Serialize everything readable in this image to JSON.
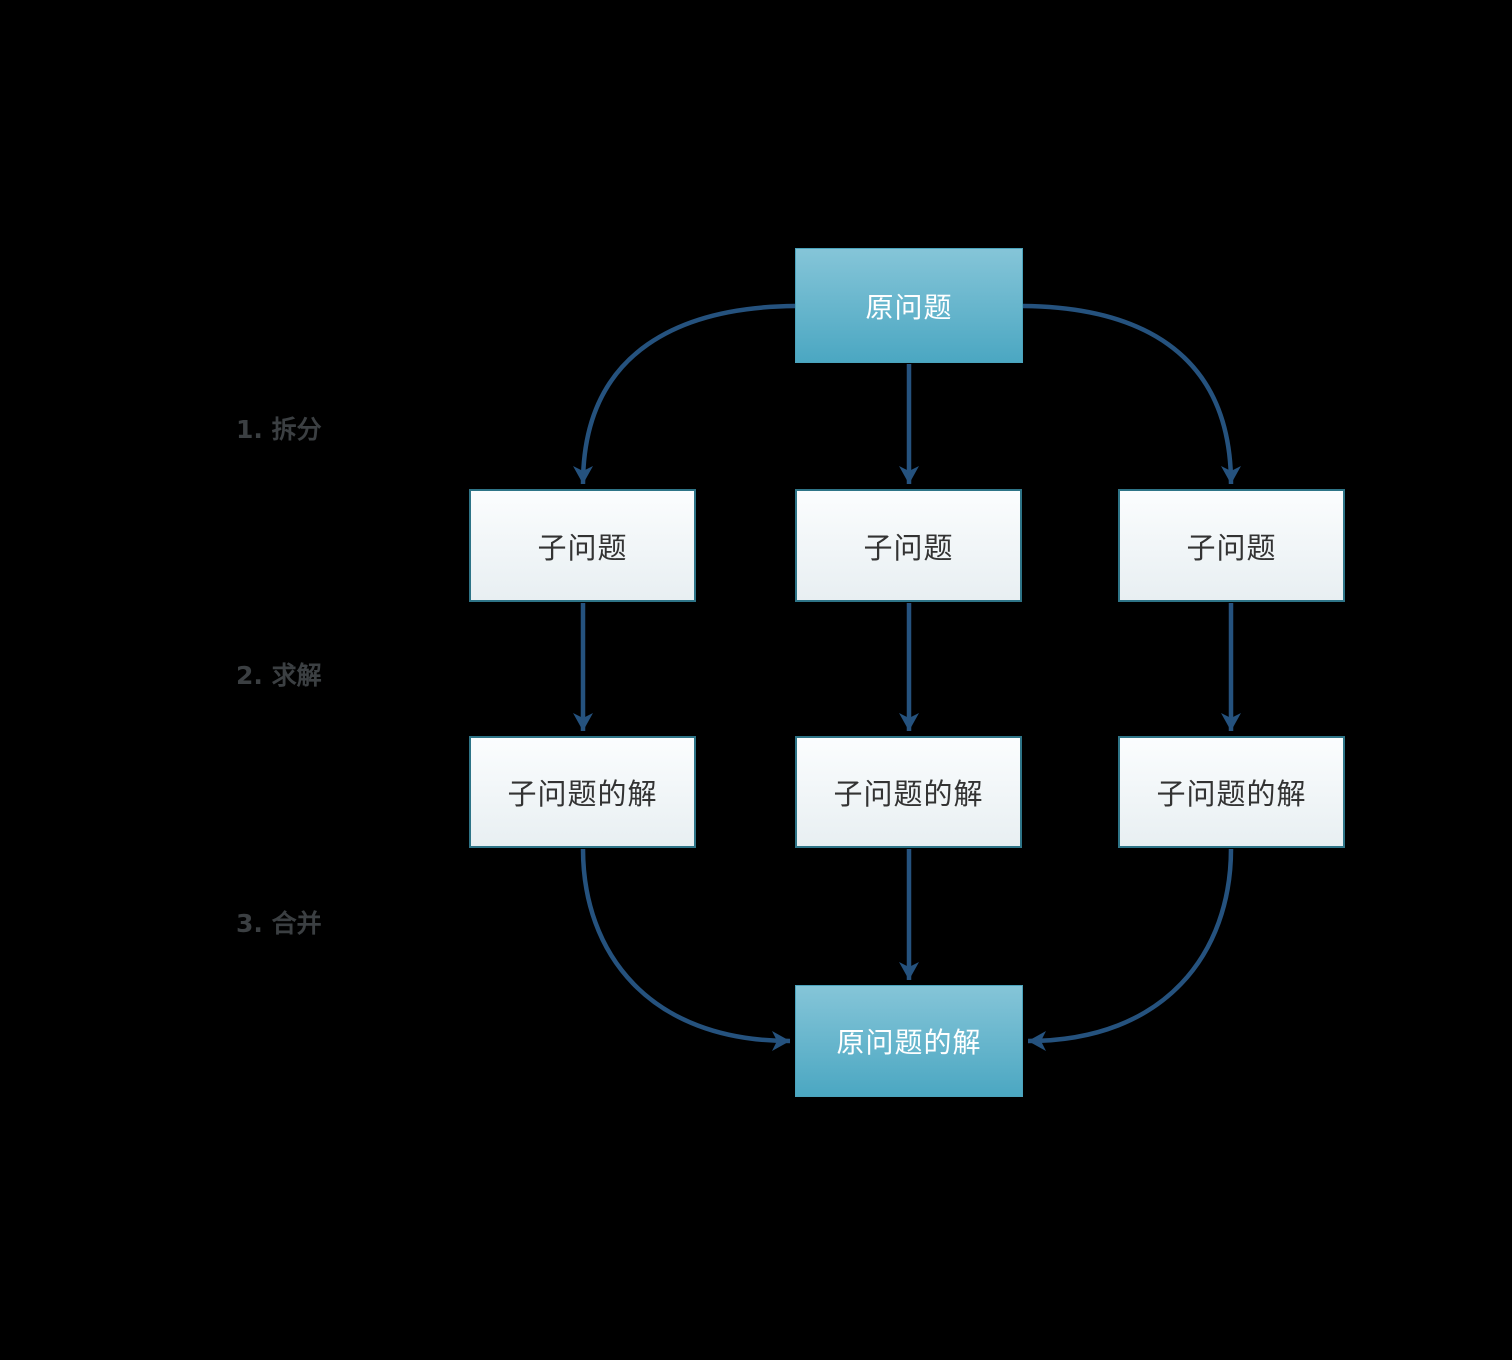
{
  "diagram": {
    "title": "divide-and-conquer flow",
    "steps": [
      {
        "label": "1. 拆分"
      },
      {
        "label": "2. 求解"
      },
      {
        "label": "3. 合并"
      }
    ],
    "nodes": {
      "original_problem": {
        "label": "原问题"
      },
      "subproblems": [
        {
          "label": "子问题"
        },
        {
          "label": "子问题"
        },
        {
          "label": "子问题"
        }
      ],
      "subproblem_solutions": [
        {
          "label": "子问题的解"
        },
        {
          "label": "子问题的解"
        },
        {
          "label": "子问题的解"
        }
      ],
      "original_solution": {
        "label": "原问题的解"
      }
    },
    "colors": {
      "background": "#000000",
      "arrow": "#25527E",
      "primary_node_gradient_top": "#85C5D8",
      "primary_node_gradient_bottom": "#4BA7C2",
      "primary_node_border": "#4BA3BC",
      "primary_node_text": "#FFFFFF",
      "secondary_node_gradient_top": "#FBFDFE",
      "secondary_node_gradient_bottom": "#E8EFF2",
      "secondary_node_border": "#2E7487",
      "secondary_node_text": "#333333",
      "step_label_text": "#3B3F42"
    }
  }
}
